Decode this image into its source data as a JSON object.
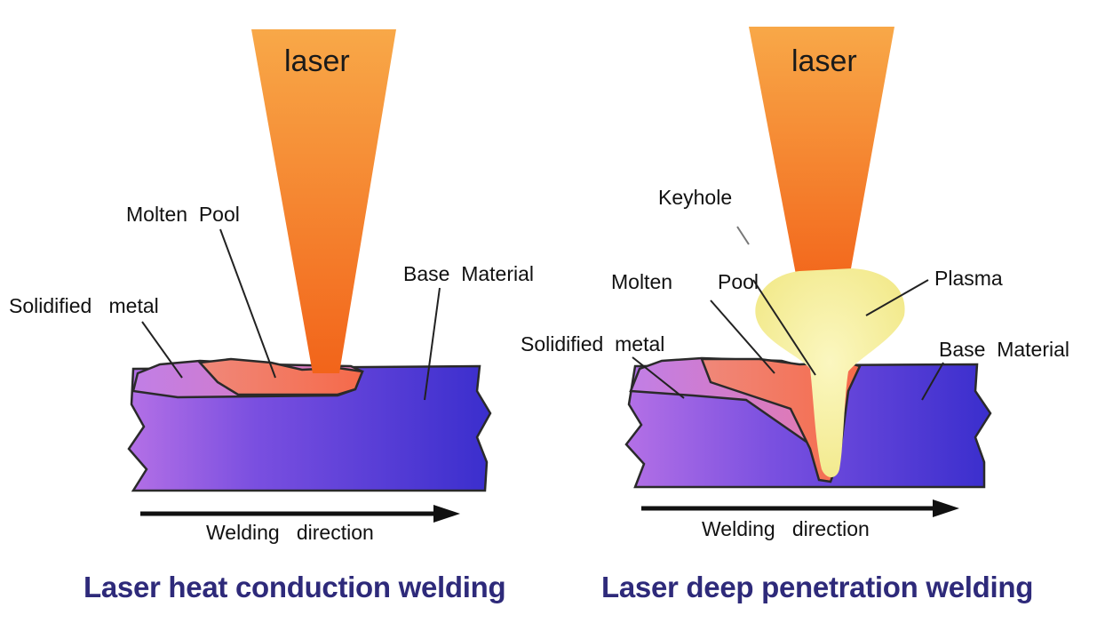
{
  "colors": {
    "caption": "#2e2a7a",
    "laser_top": "#f7a544",
    "laser_bottom": "#f26a1a",
    "base_left": "#c77ee8",
    "base_right": "#3b2fcf",
    "molten": "#f47a5c",
    "plasma": "#f7f2a6",
    "outline": "#2a2a2a"
  },
  "left": {
    "laser_label": "laser",
    "molten_pool": "Molten  Pool",
    "solidified_metal": "Solidified   metal",
    "base_material": "Base  Material",
    "direction": "Welding   direction",
    "caption": "Laser heat conduction welding"
  },
  "right": {
    "laser_label": "laser",
    "keyhole": "Keyhole",
    "molten": "Molten",
    "pool": "Pool",
    "plasma": "Plasma",
    "solidified_metal": "Solidified  metal",
    "base_material": "Base  Material",
    "direction": "Welding   direction",
    "caption": "Laser deep penetration welding"
  }
}
